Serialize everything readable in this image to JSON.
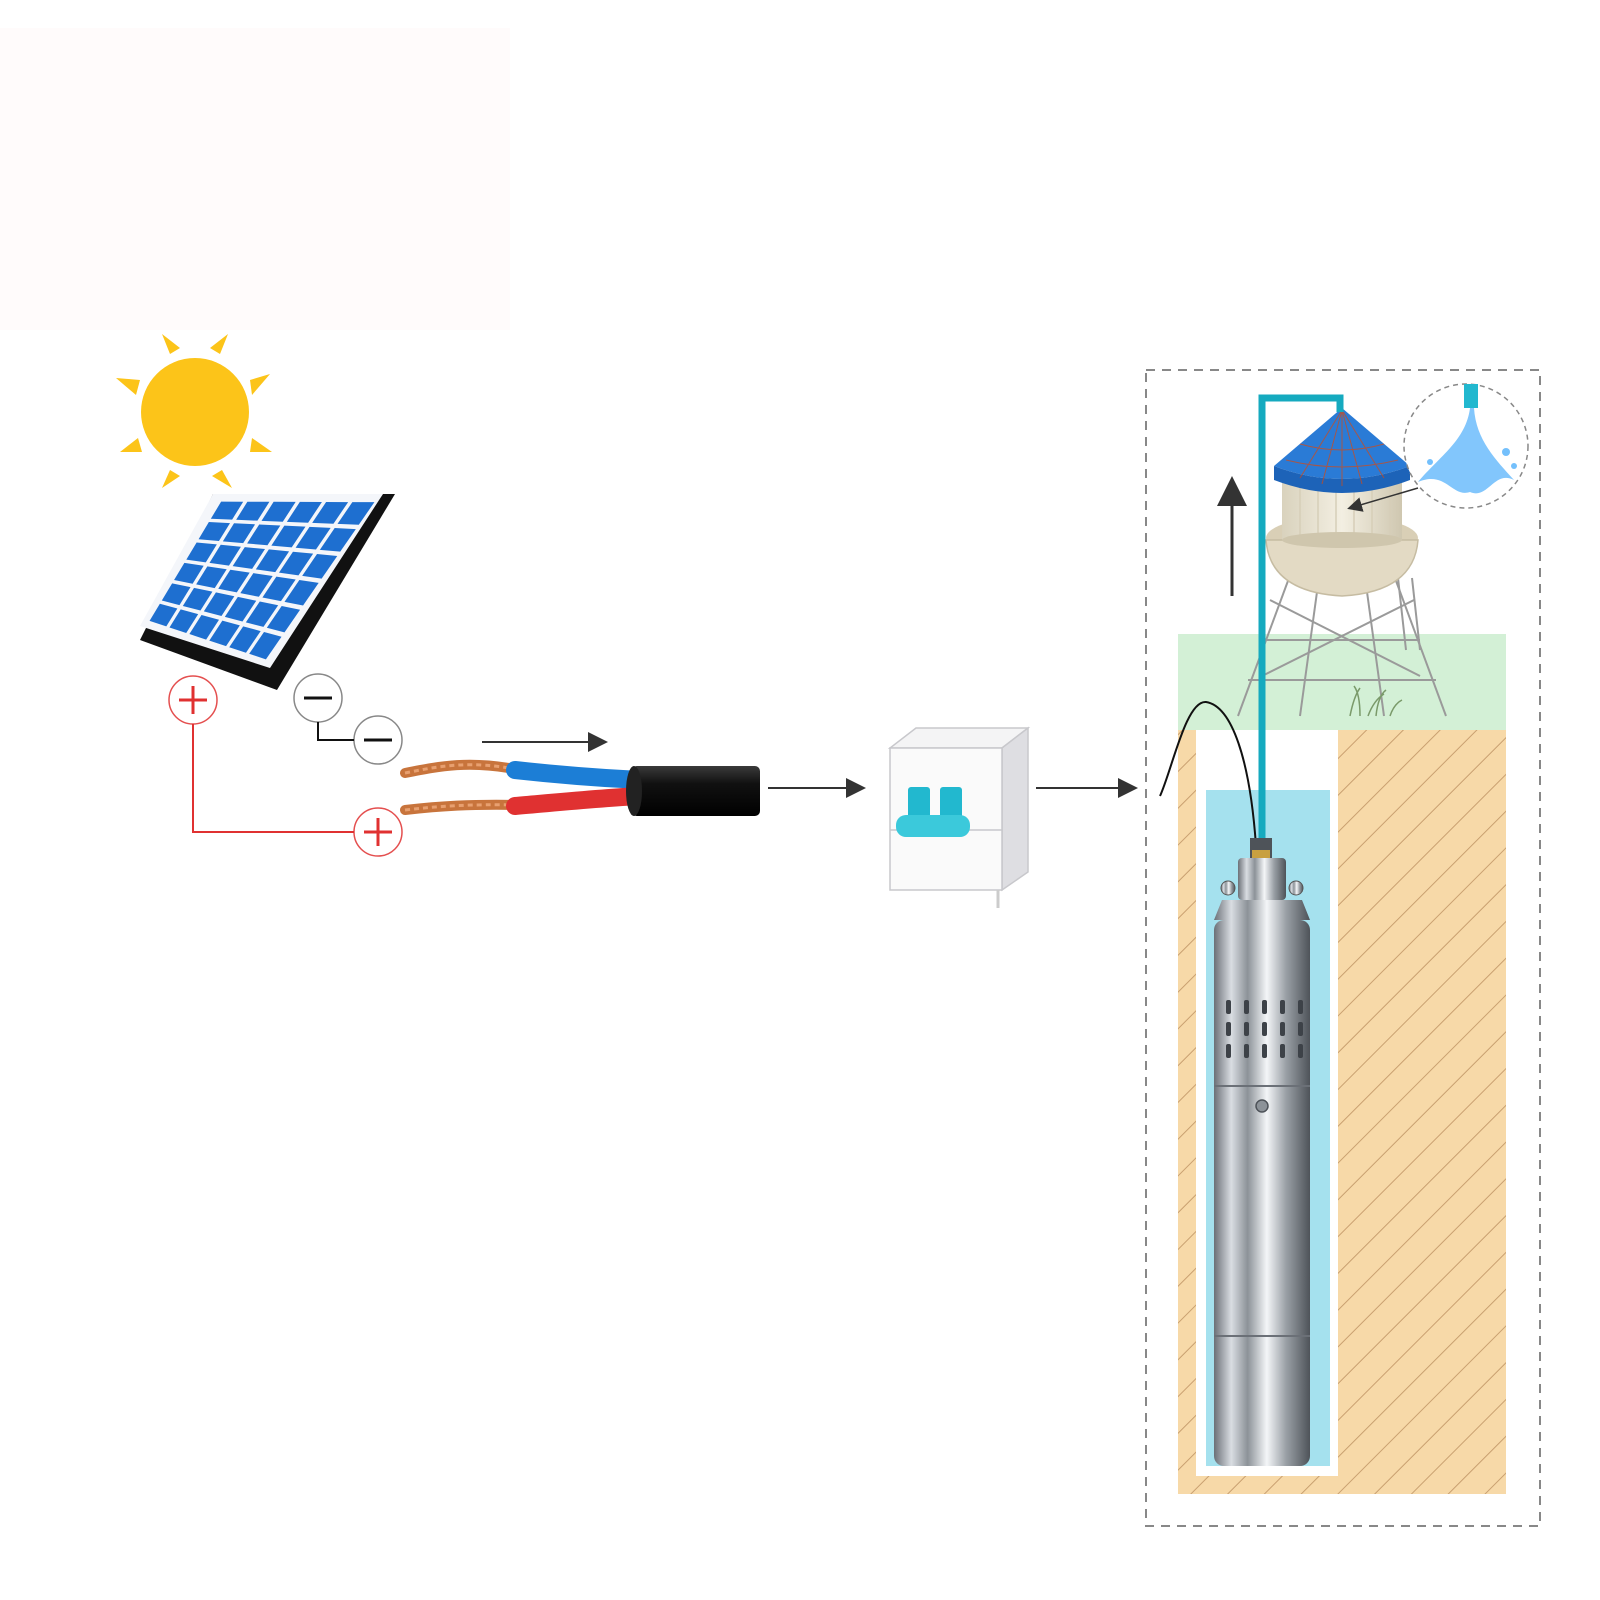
{
  "diagram": {
    "components": [
      {
        "id": "sun",
        "icon": "sun-icon"
      },
      {
        "id": "solar-panel",
        "icon": "solar-panel-icon"
      },
      {
        "id": "cable",
        "icon": "two-core-cable-icon"
      },
      {
        "id": "breaker",
        "icon": "circuit-breaker-icon"
      },
      {
        "id": "pump-system",
        "icon": "borehole-pump-icon"
      }
    ],
    "terminals": {
      "negative": "−",
      "positive": "+"
    },
    "colors": {
      "sun": "#fcc419",
      "panel_cell": "#1e6fd0",
      "panel_frame": "#111111",
      "positive_wire": "#e03131",
      "negative_wire": "#1c7ed6",
      "cable_jacket": "#111111",
      "copper": "#c8743c",
      "breaker_lever": "#22b8cf",
      "water_pipe": "#15aabf",
      "well_water": "#a5e1ee",
      "grass": "#d3f0d6",
      "soil": "#f7d9a8",
      "tank_roof": "#2a7bd6"
    },
    "flow": [
      "panel-to-cable",
      "cable-to-breaker",
      "breaker-to-pump",
      "pump-to-tank"
    ]
  }
}
